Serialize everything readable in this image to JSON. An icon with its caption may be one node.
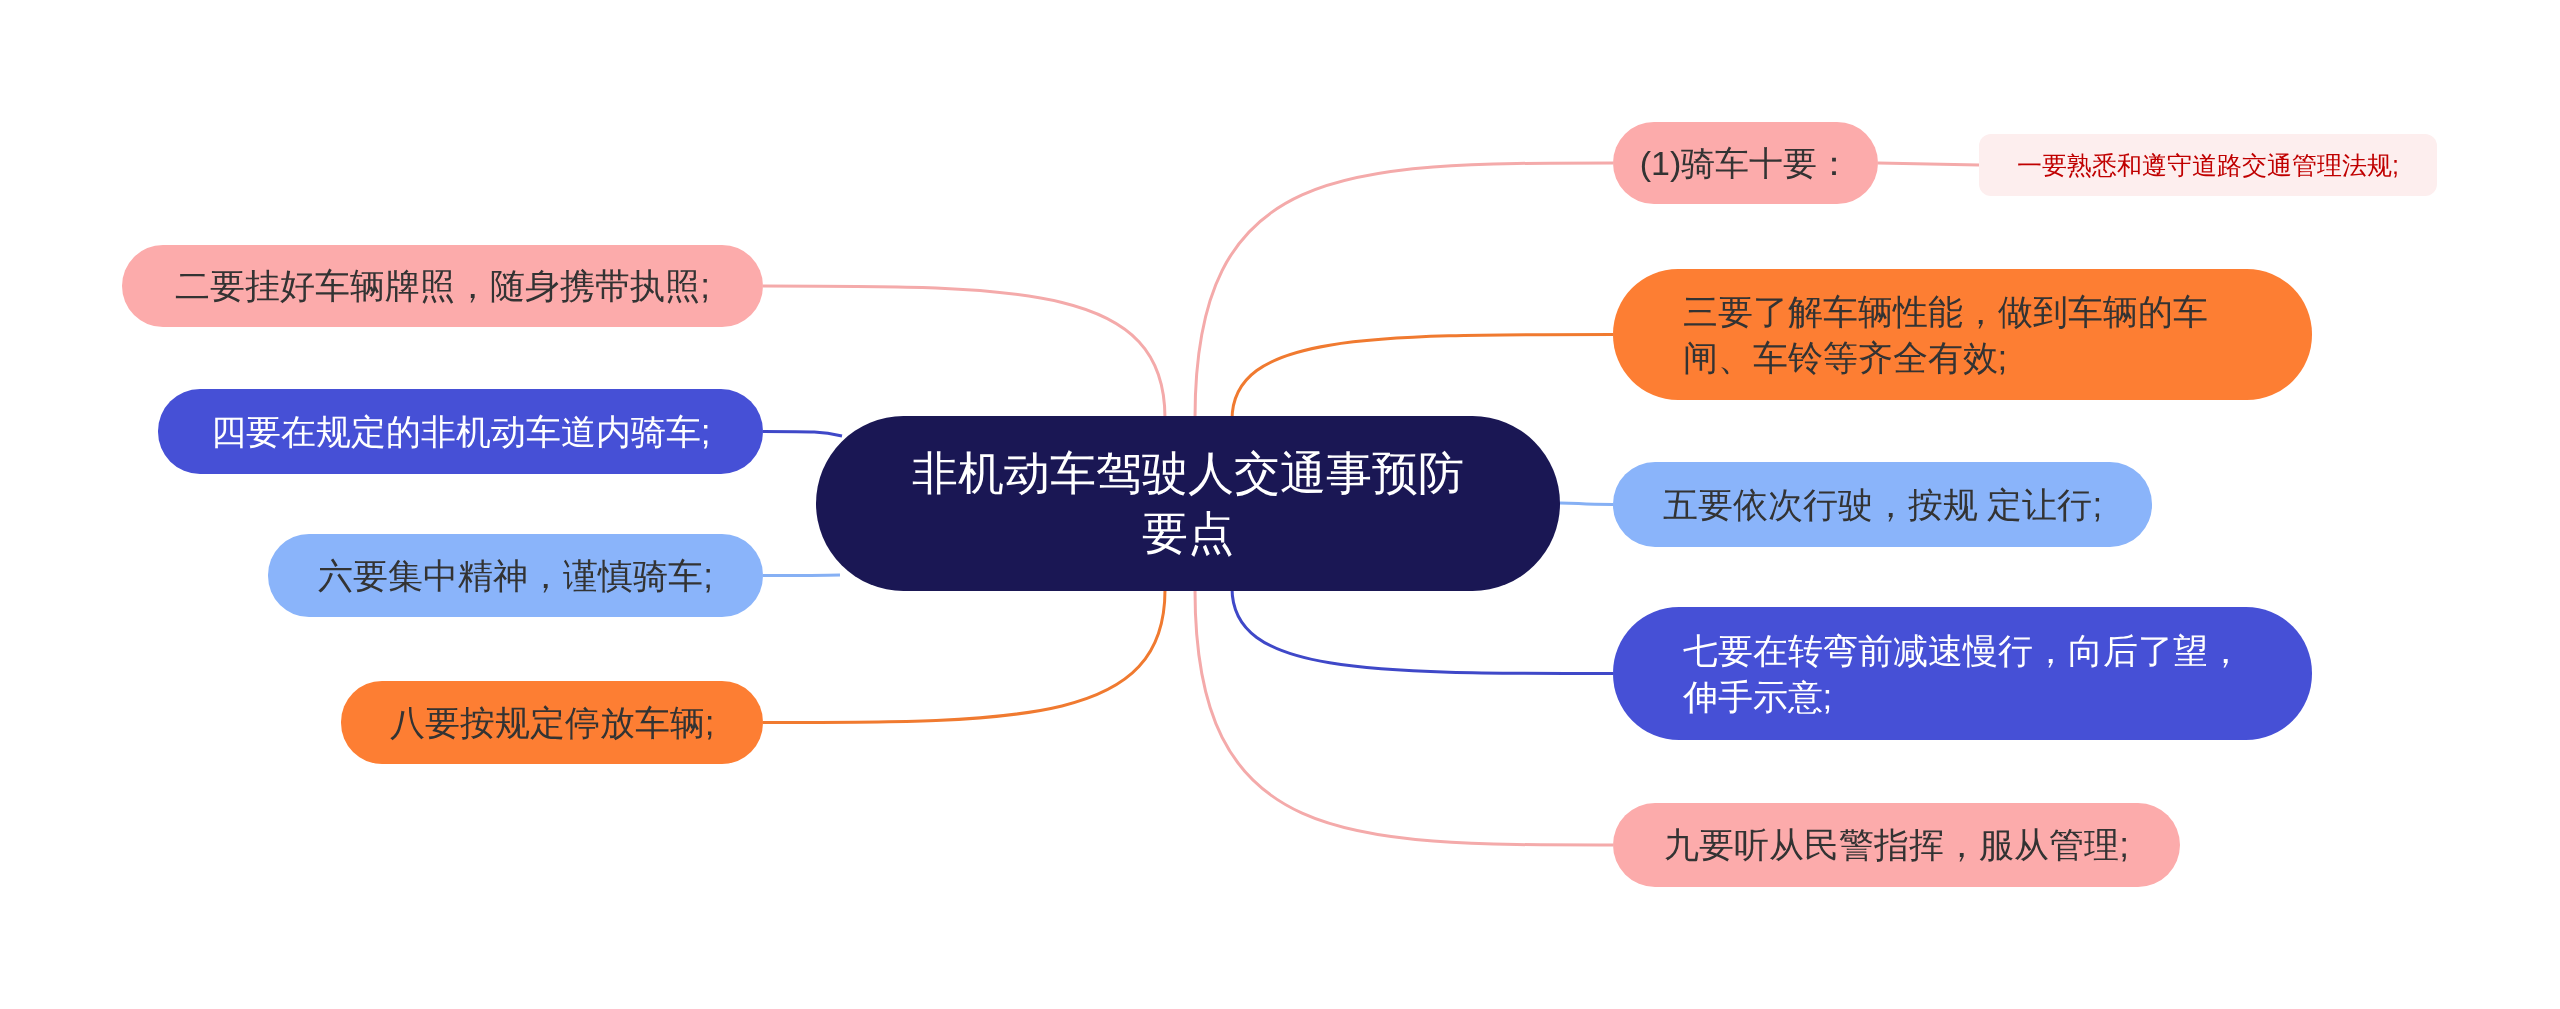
{
  "diagram": {
    "nodes": [
      {
        "text": [
          "非机动车驾驶人交通事预防要点"
        ]
      },
      {
        "text": [
          "(1)骑车十要："
        ]
      },
      {
        "text": [
          "一要熟悉和遵守道路交通管理法规;"
        ]
      },
      {
        "text": [
          "二要挂好车辆牌照，随身携带执照;"
        ]
      },
      {
        "text": [
          "三要了解车辆性能，做到车辆的车闸、车铃等齐全有效;"
        ]
      },
      {
        "text": [
          "四要在规定的非机动车道内骑车;"
        ]
      },
      {
        "text": [
          "五要依次行驶，按规 定让行;"
        ]
      },
      {
        "text": [
          "六要集中精神，谨慎骑车;"
        ]
      },
      {
        "text": [
          "七要在转弯前减速慢行，向后了望，伸手示意;"
        ]
      },
      {
        "text": [
          "八要按规定停放车辆;"
        ]
      },
      {
        "text": [
          "九要听从民警指挥，服从管理;"
        ]
      }
    ],
    "edges": [
      {
        "from": 0,
        "to": 1,
        "arrow": "none",
        "color": "#f4aaaa"
      },
      {
        "from": 1,
        "to": 2,
        "arrow": "none",
        "color": "#f4aaaa"
      },
      {
        "from": 0,
        "to": 3,
        "arrow": "none",
        "color": "#f4aaaa"
      },
      {
        "from": 0,
        "to": 4,
        "arrow": "none",
        "color": "#f07a30"
      },
      {
        "from": 0,
        "to": 5,
        "arrow": "none",
        "color": "#3f48c8"
      },
      {
        "from": 0,
        "to": 6,
        "arrow": "none",
        "color": "#86b0f4"
      },
      {
        "from": 0,
        "to": 7,
        "arrow": "none",
        "color": "#86b0f4"
      },
      {
        "from": 0,
        "to": 8,
        "arrow": "none",
        "color": "#3f48c8"
      },
      {
        "from": 0,
        "to": 9,
        "arrow": "none",
        "color": "#f07a30"
      },
      {
        "from": 0,
        "to": 10,
        "arrow": "none",
        "color": "#f4aaaa"
      }
    ]
  }
}
